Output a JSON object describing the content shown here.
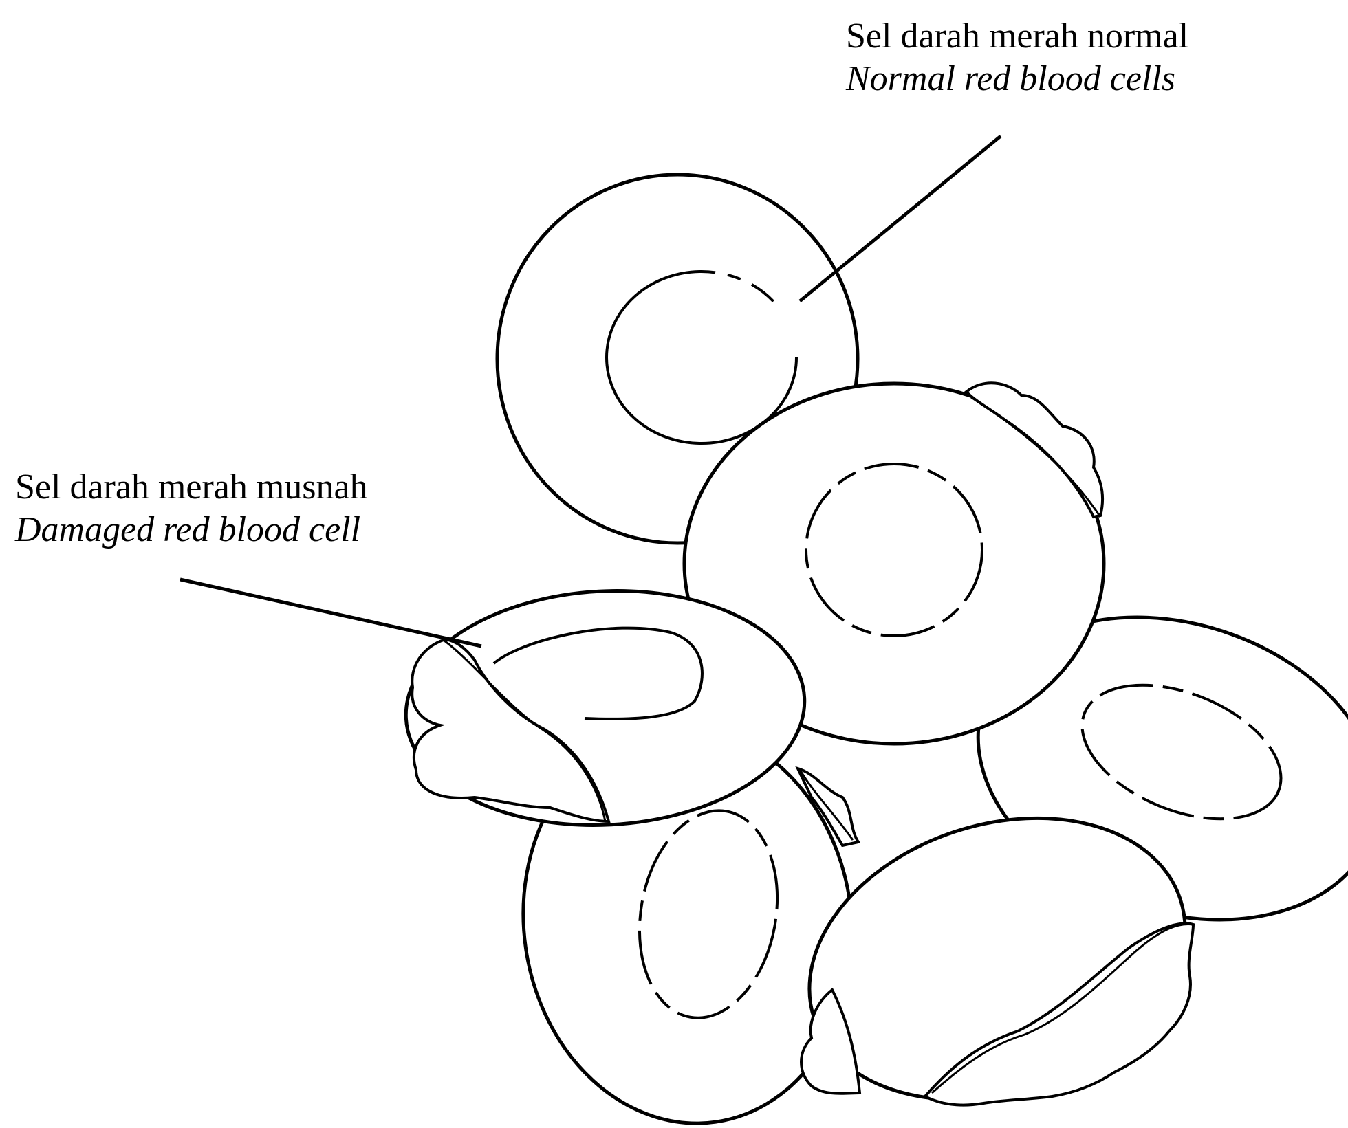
{
  "labels": {
    "normal": {
      "malay": "Sel darah merah normal",
      "english": "Normal red blood cells"
    },
    "damaged": {
      "malay": "Sel darah merah musnah",
      "english": "Damaged red blood cell"
    }
  },
  "colors": {
    "line": "#000000",
    "background": "#ffffff"
  }
}
